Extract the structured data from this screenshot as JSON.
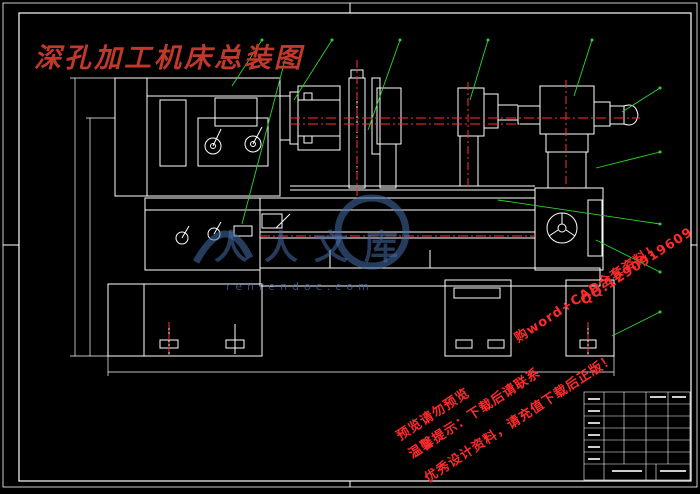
{
  "drawing": {
    "title": "深孔加工机床总装图",
    "watermark_logo_text": "人人文库",
    "watermark_url": "renrendoc.com",
    "line_color": "#ffffff",
    "leader_color": "#2bd62b",
    "centerline_color": "#ff3030",
    "accent_color": "#3b5bdb"
  },
  "overlay": {
    "lines": [
      "预览请勿预览",
      "温馨提示：下载后请联系",
      "优秀设计资料，请充值下载后正版！",
      "购word+CAD全套资料！",
      "QQ:1290919609"
    ],
    "color": "#ff2a2a"
  }
}
